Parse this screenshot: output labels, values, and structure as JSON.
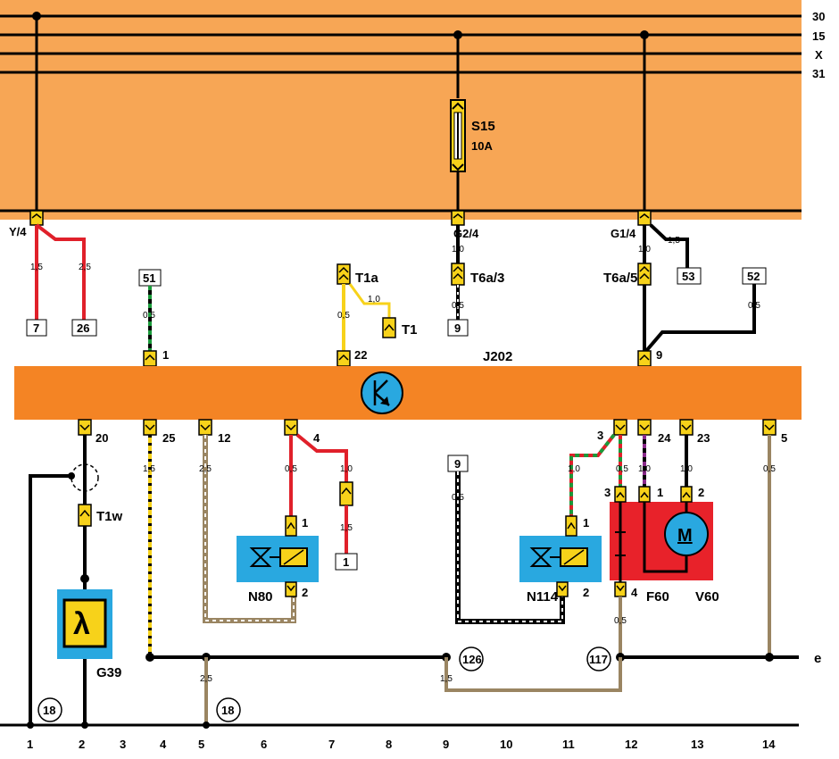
{
  "bus": {
    "labels": [
      "30",
      "15",
      "X",
      "31"
    ],
    "fill": "#f7a655"
  },
  "module": {
    "id": "J202",
    "fill": "#f48424",
    "top_pins": [
      "1",
      "22",
      "9"
    ],
    "bottom_pins": [
      "20",
      "25",
      "12",
      "4",
      "3",
      "24",
      "23",
      "5"
    ]
  },
  "fuse": {
    "id": "S15",
    "rating": "10A"
  },
  "connectors": {
    "y4": "Y/4",
    "g24": "G2/4",
    "g14": "G1/4",
    "t6a3": "T6a/3",
    "t6a5": "T6a/5",
    "t1a": "T1a",
    "t1": "T1",
    "t1w": "T1w"
  },
  "wire_gauges": {
    "y4_a": "1,5",
    "y4_b": "2,5",
    "w51": "0,5",
    "w22": "0,5",
    "wt1": "1,0",
    "g24": "1,0",
    "t6a3": "0,5",
    "g14": "1,0",
    "g14_53": "1,5",
    "w52": "0,5",
    "w25": "1,5",
    "w12": "2,5",
    "w4a": "0,5",
    "w4b": "1,0",
    "w4c": "1,5",
    "w9": "0,5",
    "w3a": "1,0",
    "w3b": "0,5",
    "w24": "1,0",
    "w23": "1,0",
    "w5": "0,5",
    "f4": "0,5",
    "gnd": "2,5",
    "w126": "1,5"
  },
  "terminal_boxes": [
    "7",
    "26",
    "51",
    "9",
    "53",
    "52",
    "9",
    "1"
  ],
  "components": {
    "g39": "G39",
    "n80": "N80",
    "n114": "N114",
    "f60": "F60",
    "v60": "V60",
    "lambda_symbol": "λ",
    "motor_symbol": "M"
  },
  "valve_pins": {
    "n80_in": "1",
    "n80_out": "2",
    "n114_in": "1",
    "n114_out": "2"
  },
  "f60_pins": {
    "p3": "3",
    "p1": "1",
    "p2": "2",
    "p4": "4"
  },
  "ground_points": [
    "18",
    "126",
    "117",
    "18"
  ],
  "edge_label": "e",
  "columns": [
    "1",
    "2",
    "3",
    "4",
    "5",
    "6",
    "7",
    "8",
    "9",
    "10",
    "11",
    "12",
    "13",
    "14"
  ],
  "colors": {
    "red": "#e0202a",
    "green": "#1a9a3a",
    "yellow": "#f7d21a",
    "brown": "#9a8562",
    "violet": "#8a2a8a",
    "blue": "#29a8e0",
    "component_red": "#e8222a"
  }
}
